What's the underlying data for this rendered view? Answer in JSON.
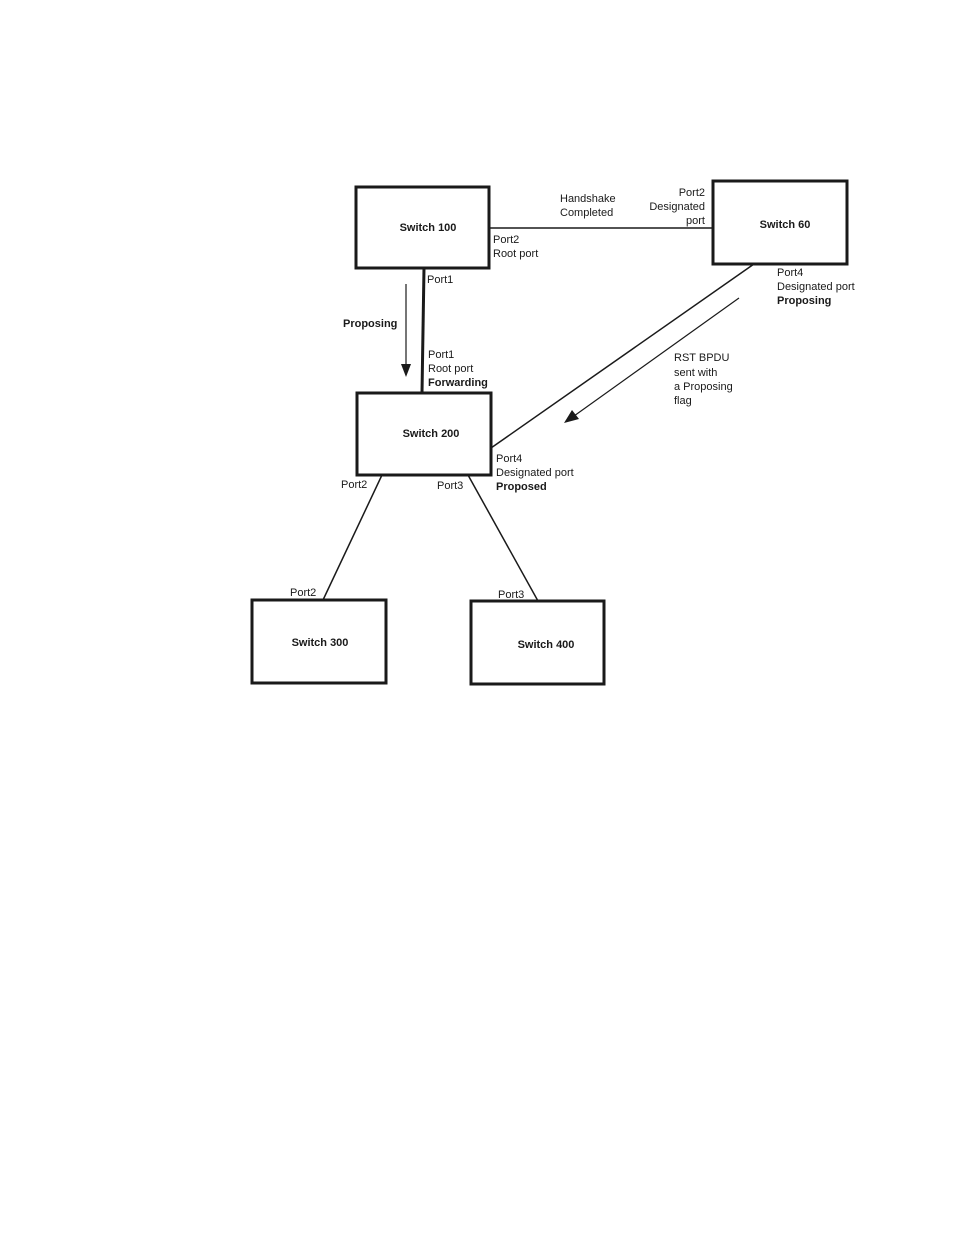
{
  "switches": {
    "s100": "Switch 100",
    "s60": "Switch 60",
    "s200": "Switch 200",
    "s300": "Switch 300",
    "s400": "Switch 400"
  },
  "labels": {
    "handshake_1": "Handshake",
    "handshake_2": "Completed",
    "s60_port2_1": "Port2",
    "s60_port2_2": "Designated",
    "s60_port2_3": "port",
    "s100_port2_1": "Port2",
    "s100_port2_2": "Root port",
    "s100_port1": "Port1",
    "proposing_arrow": "Proposing",
    "s200_port1_1": "Port1",
    "s200_port1_2": "Root port",
    "s200_port1_3": "Forwarding",
    "s60_port4_1": "Port4",
    "s60_port4_2": "Designated port",
    "s60_port4_3": "Proposing",
    "rst_1": "RST BPDU",
    "rst_2": "sent with",
    "rst_3": "a Proposing",
    "rst_4": "flag",
    "s200_port4_1": "Port4",
    "s200_port4_2": "Designated port",
    "s200_port4_3": "Proposed",
    "s200_port2": "Port2",
    "s200_port3": "Port3",
    "s300_port2": "Port2",
    "s400_port3": "Port3"
  }
}
